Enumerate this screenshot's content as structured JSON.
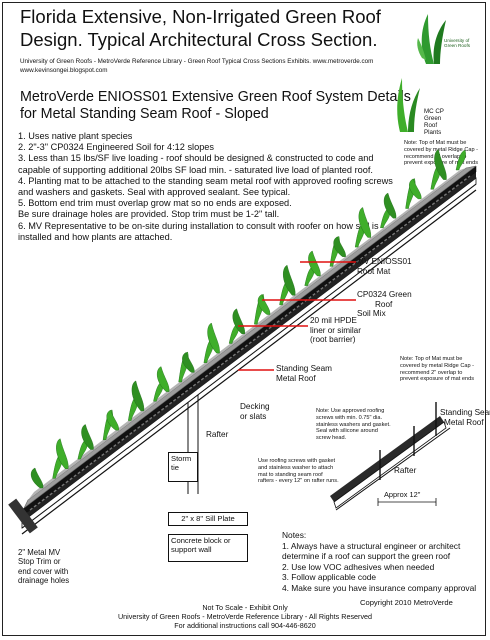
{
  "header": {
    "title_line1": "Florida Extensive, Non-Irrigated Green Roof",
    "title_line2": "Design.  Typical Architectural Cross Section.",
    "source_line": "University of Green Roofs - MetroVerde Reference Library - Green Roof Typical Cross Sections Exhibits. www.metroverde.com",
    "blog_url": "www.kevinsongei.blogspot.com",
    "subtitle_line1": "MetroVerde ENIOSS01 Extensive Green Roof System Details",
    "subtitle_line2": "for Metal Standing Seam Roof - Sloped"
  },
  "logo": {
    "text": "University of Green Roofs"
  },
  "mc_label": [
    "MC CP",
    "Green",
    "Roof",
    "Plants"
  ],
  "ridge_note_top": "Note: Top of Mat must be covered by metal Ridge Cap - recommend 2\" overlap to prevent exposure of mat ends",
  "notes": [
    "1. Uses native plant species",
    "2. 2\"-3\" CP0324 Engineered Soil for 4:12 slopes",
    "3. Less than 15 lbs/SF live loading - roof should be designed & constructed to code and capable of supporting additional 20lbs SF load min. - saturated live load of planted roof.",
    "4. Planting mat to be attached to the standing seam metal roof with approved roofing screws and washers and gaskets.  Seal with approved sealant.  See typical.",
    "5. Bottom end trim must overlap grow mat so no ends are exposed.",
    "Be sure drainage holes are provided.  Stop trim must be 1-2\" tall.",
    "6. MV Representative to be on-site during installation to consult with roofer on how soil is installed and how plants are attached."
  ],
  "labels": {
    "root_mat": [
      "MV ENIOSS01",
      "Root Mat"
    ],
    "soil_mix": [
      "CP0324 Green",
      "Roof",
      "Soil Mix"
    ],
    "hdpe": [
      "20 mil HPDE",
      "liner or similar",
      "(root barrier)"
    ],
    "metal_roof": [
      "Standing Seam",
      "Metal Roof"
    ],
    "decking": [
      "Decking",
      "or slats"
    ],
    "rafter": "Rafter",
    "storm_tie": [
      "Storm",
      "tie"
    ],
    "sill_plate": "2\" x 8\" Sill Plate",
    "support_wall": [
      "Concrete block or",
      "support wall"
    ],
    "stop_trim": [
      "2\" Metal MV",
      "Stop Trim or",
      "end cover with",
      "drainage holes"
    ]
  },
  "detail": {
    "ridge_note": "Note: Top of Mat must be covered by metal Ridge Cap - recommend 2\" overlap to prevent exposure of mat ends",
    "screw_note": "Note: Use approved roofing screws with min. 0.75\" dia. stainless washers and gasket.  Seal with silicone around screw head.",
    "fastening_note": "Use roofing screws with gasket and stainless washer to attach mat to standing seam roof rafters - every 12\" on rafter runs.",
    "metal_roof": [
      "Standing Seam",
      "Metal Roof"
    ],
    "rafter": "Rafter",
    "spacing": "Approx 12\""
  },
  "footer_notes": {
    "heading": "Notes:",
    "items": [
      "1. Always have a structural engineer or architect",
      "determine if a roof can support the green roof",
      "2. Use low VOC adhesives when needed",
      "3. Follow applicable code",
      "4. Make sure you have insurance company approval"
    ],
    "copyright": "Copyright 2010 MetroVerde"
  },
  "footer": {
    "not_to_scale": "Not To Scale - Exhibit Only",
    "library": "University of Green Roofs - MetroVerde Reference Library - All Rights Reserved",
    "contact": "For additional instructions call 904-446-8620"
  },
  "colors": {
    "plant": "#3fae2a",
    "soil": "#9b9b9b",
    "mat": "#2a2a2a",
    "leader": "#e01010"
  }
}
